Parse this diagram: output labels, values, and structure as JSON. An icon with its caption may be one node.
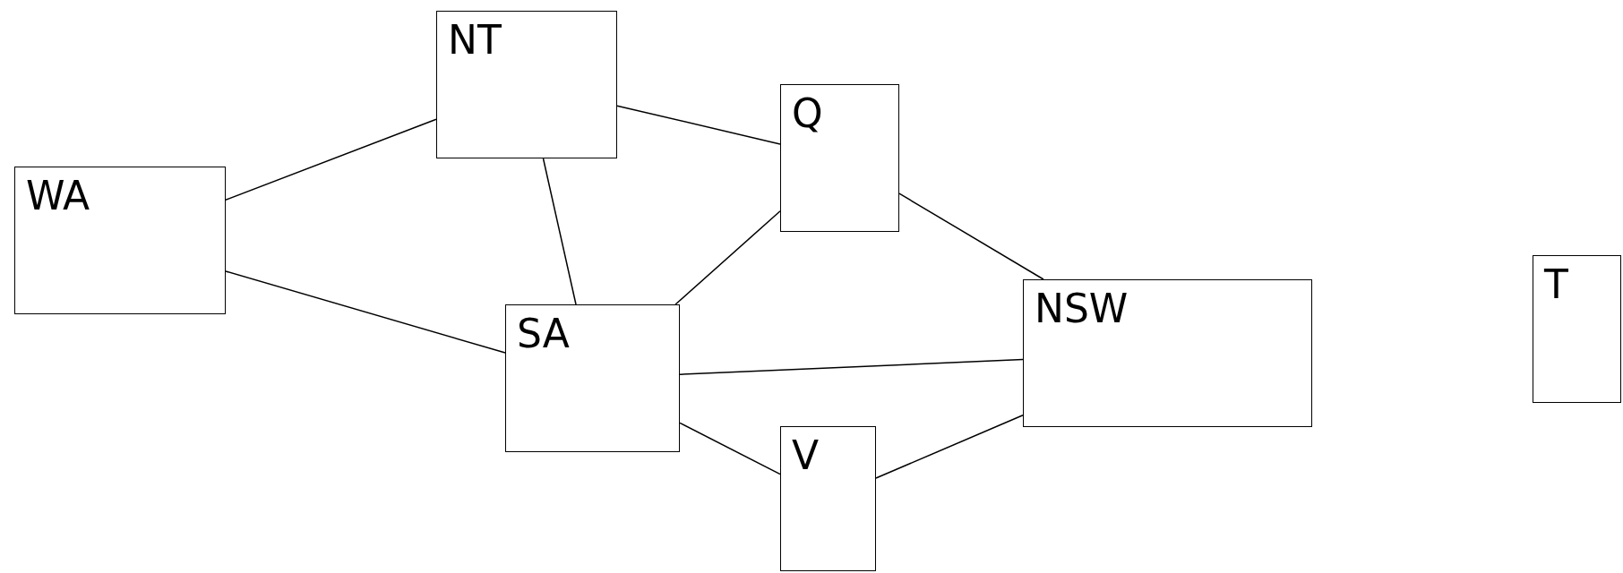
{
  "diagram": {
    "nodes": [
      {
        "text": [
          "WA"
        ]
      },
      {
        "text": [
          "NT"
        ]
      },
      {
        "text": [
          "Q"
        ]
      },
      {
        "text": [
          "SA"
        ]
      },
      {
        "text": [
          "NSW"
        ]
      },
      {
        "text": [
          "V"
        ]
      },
      {
        "text": [
          "T"
        ]
      }
    ],
    "edges": [
      {
        "from": 0,
        "to": 1,
        "arrow": "none"
      },
      {
        "from": 0,
        "to": 3,
        "arrow": "none"
      },
      {
        "from": 1,
        "to": 2,
        "arrow": "none"
      },
      {
        "from": 1,
        "to": 3,
        "arrow": "none"
      },
      {
        "from": 2,
        "to": 3,
        "arrow": "none"
      },
      {
        "from": 2,
        "to": 4,
        "arrow": "none"
      },
      {
        "from": 3,
        "to": 4,
        "arrow": "none"
      },
      {
        "from": 3,
        "to": 5,
        "arrow": "none"
      },
      {
        "from": 5,
        "to": 4,
        "arrow": "none"
      }
    ]
  }
}
